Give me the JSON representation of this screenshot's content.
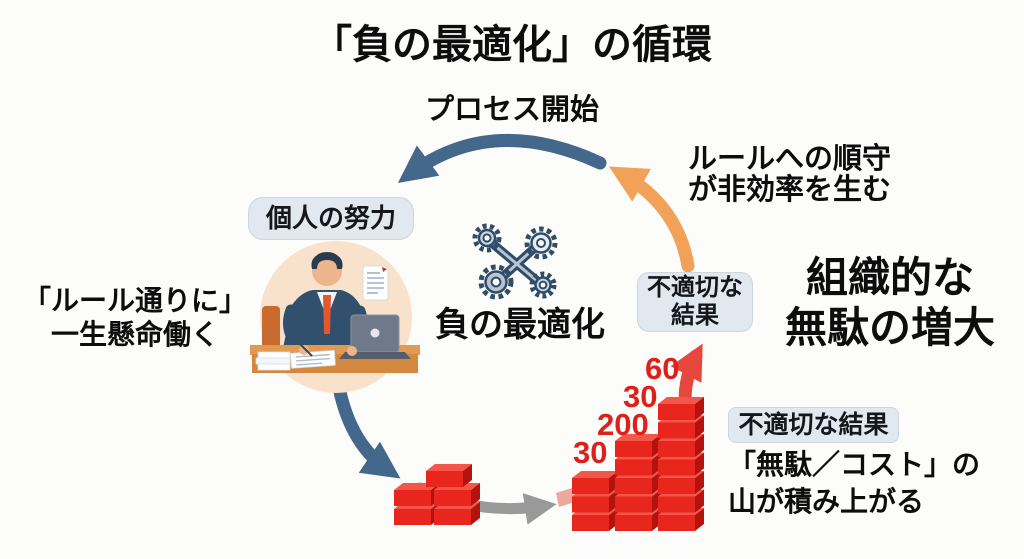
{
  "title": "「負の最適化」の循環",
  "center": {
    "icon": "crossed-gears-icon",
    "label": "負の最適化"
  },
  "stages": {
    "process_start": "プロセス開始",
    "rule_compliance": "ルールへの順守\nが非効率を生む",
    "personal_effort_badge": "個人の努力",
    "work_by_rules": "「ルール通りに」\n一生懸命働く",
    "inappropriate_result_center": "不適切な\n結果",
    "organizational_waste": "組織的な\n無駄の増大",
    "inappropriate_result_bottom": "不適切な結果",
    "waste_piles_up": "「無駄／コスト」の\n山が積み上がる"
  },
  "blocks": {
    "labels": [
      "30",
      "200",
      "30",
      "60"
    ],
    "column_block_counts": [
      3,
      5,
      7
    ],
    "small_pile_block_count": 5
  },
  "colors": {
    "background": "#fafaf8",
    "cycle_blue": "#44688c",
    "cycle_orange": "#f2a158",
    "cycle_red": "#e6483d",
    "connector_gray": "#999999",
    "block_red": "#e8261d",
    "number_red": "#dd211a",
    "badge_bg": "#e2e8ef",
    "illustration_circle": "#f8e2cb"
  }
}
